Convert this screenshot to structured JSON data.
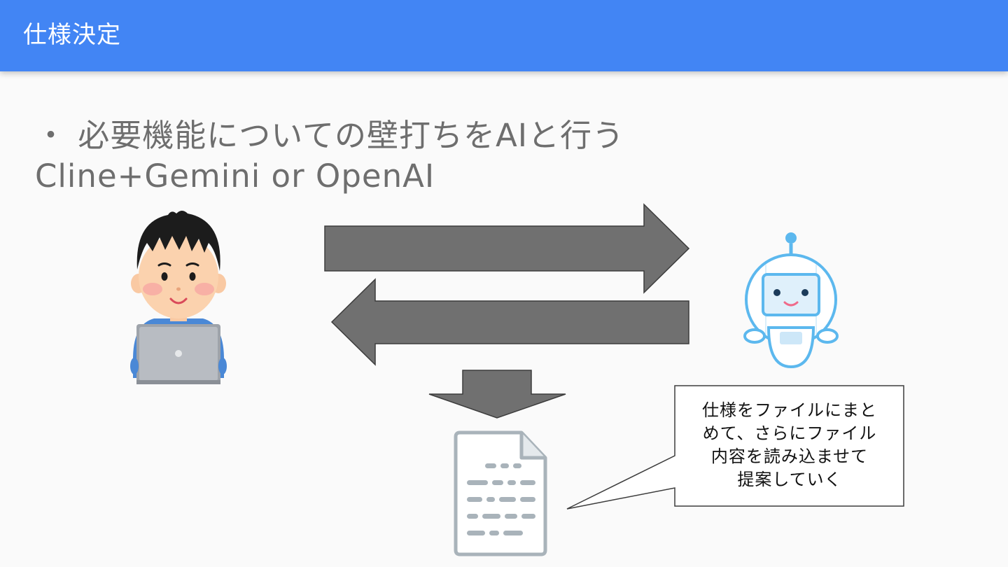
{
  "header": {
    "title": "仕様決定"
  },
  "content": {
    "bullet_line1": "・ 必要機能についての壁打ちをAIと行う",
    "bullet_line2": "Cline+Gemini or OpenAI"
  },
  "callout": {
    "line1": "仕様をファイルにまと",
    "line2": "めて、さらにファイル",
    "line3": "内容を読み込ませて",
    "line4": "提案していく"
  },
  "colors": {
    "header": "#4285f4",
    "arrow": "#707070",
    "robot": "#5cb8ee",
    "background": "#fafafa"
  },
  "icons": {
    "person": "person-with-laptop-icon",
    "robot": "robot-icon",
    "document": "document-icon"
  }
}
